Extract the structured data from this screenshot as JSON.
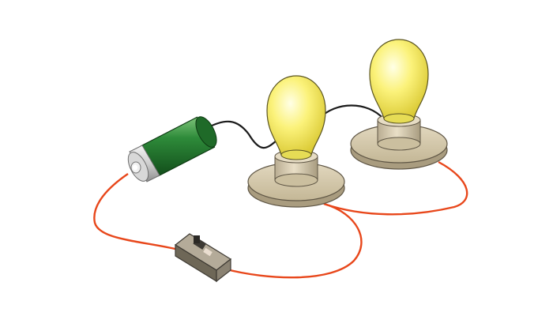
{
  "scene": {
    "components": [
      {
        "id": "battery",
        "icon": "battery-icon"
      },
      {
        "id": "switch",
        "icon": "switch-icon"
      },
      {
        "id": "bulb-left",
        "icon": "lightbulb-icon",
        "state": "lit"
      },
      {
        "id": "bulb-right",
        "icon": "lightbulb-icon",
        "state": "lit"
      }
    ],
    "wires": [
      {
        "from": "battery-negative",
        "to": "bulb-left",
        "color": "#1a1a1a"
      },
      {
        "from": "bulb-left",
        "to": "bulb-right",
        "color": "#1a1a1a"
      },
      {
        "from": "battery-positive",
        "to": "switch",
        "color": "#e8471b"
      },
      {
        "from": "switch",
        "to": "bulb-left-base",
        "color": "#e8471b"
      },
      {
        "from": "bulb-left-base",
        "to": "bulb-right-base",
        "color": "#e8471b"
      }
    ]
  },
  "colors": {
    "background": "#ffffff",
    "battery_body": "#2e8b3a",
    "battery_cap": "#d9d9d9",
    "wire_black": "#1a1a1a",
    "wire_red": "#e8471b",
    "bulb_glass": "#fbf27a",
    "bulb_glow": "#ffffd6",
    "socket": "#d8ccb0",
    "switch_body": "#8a8272"
  }
}
